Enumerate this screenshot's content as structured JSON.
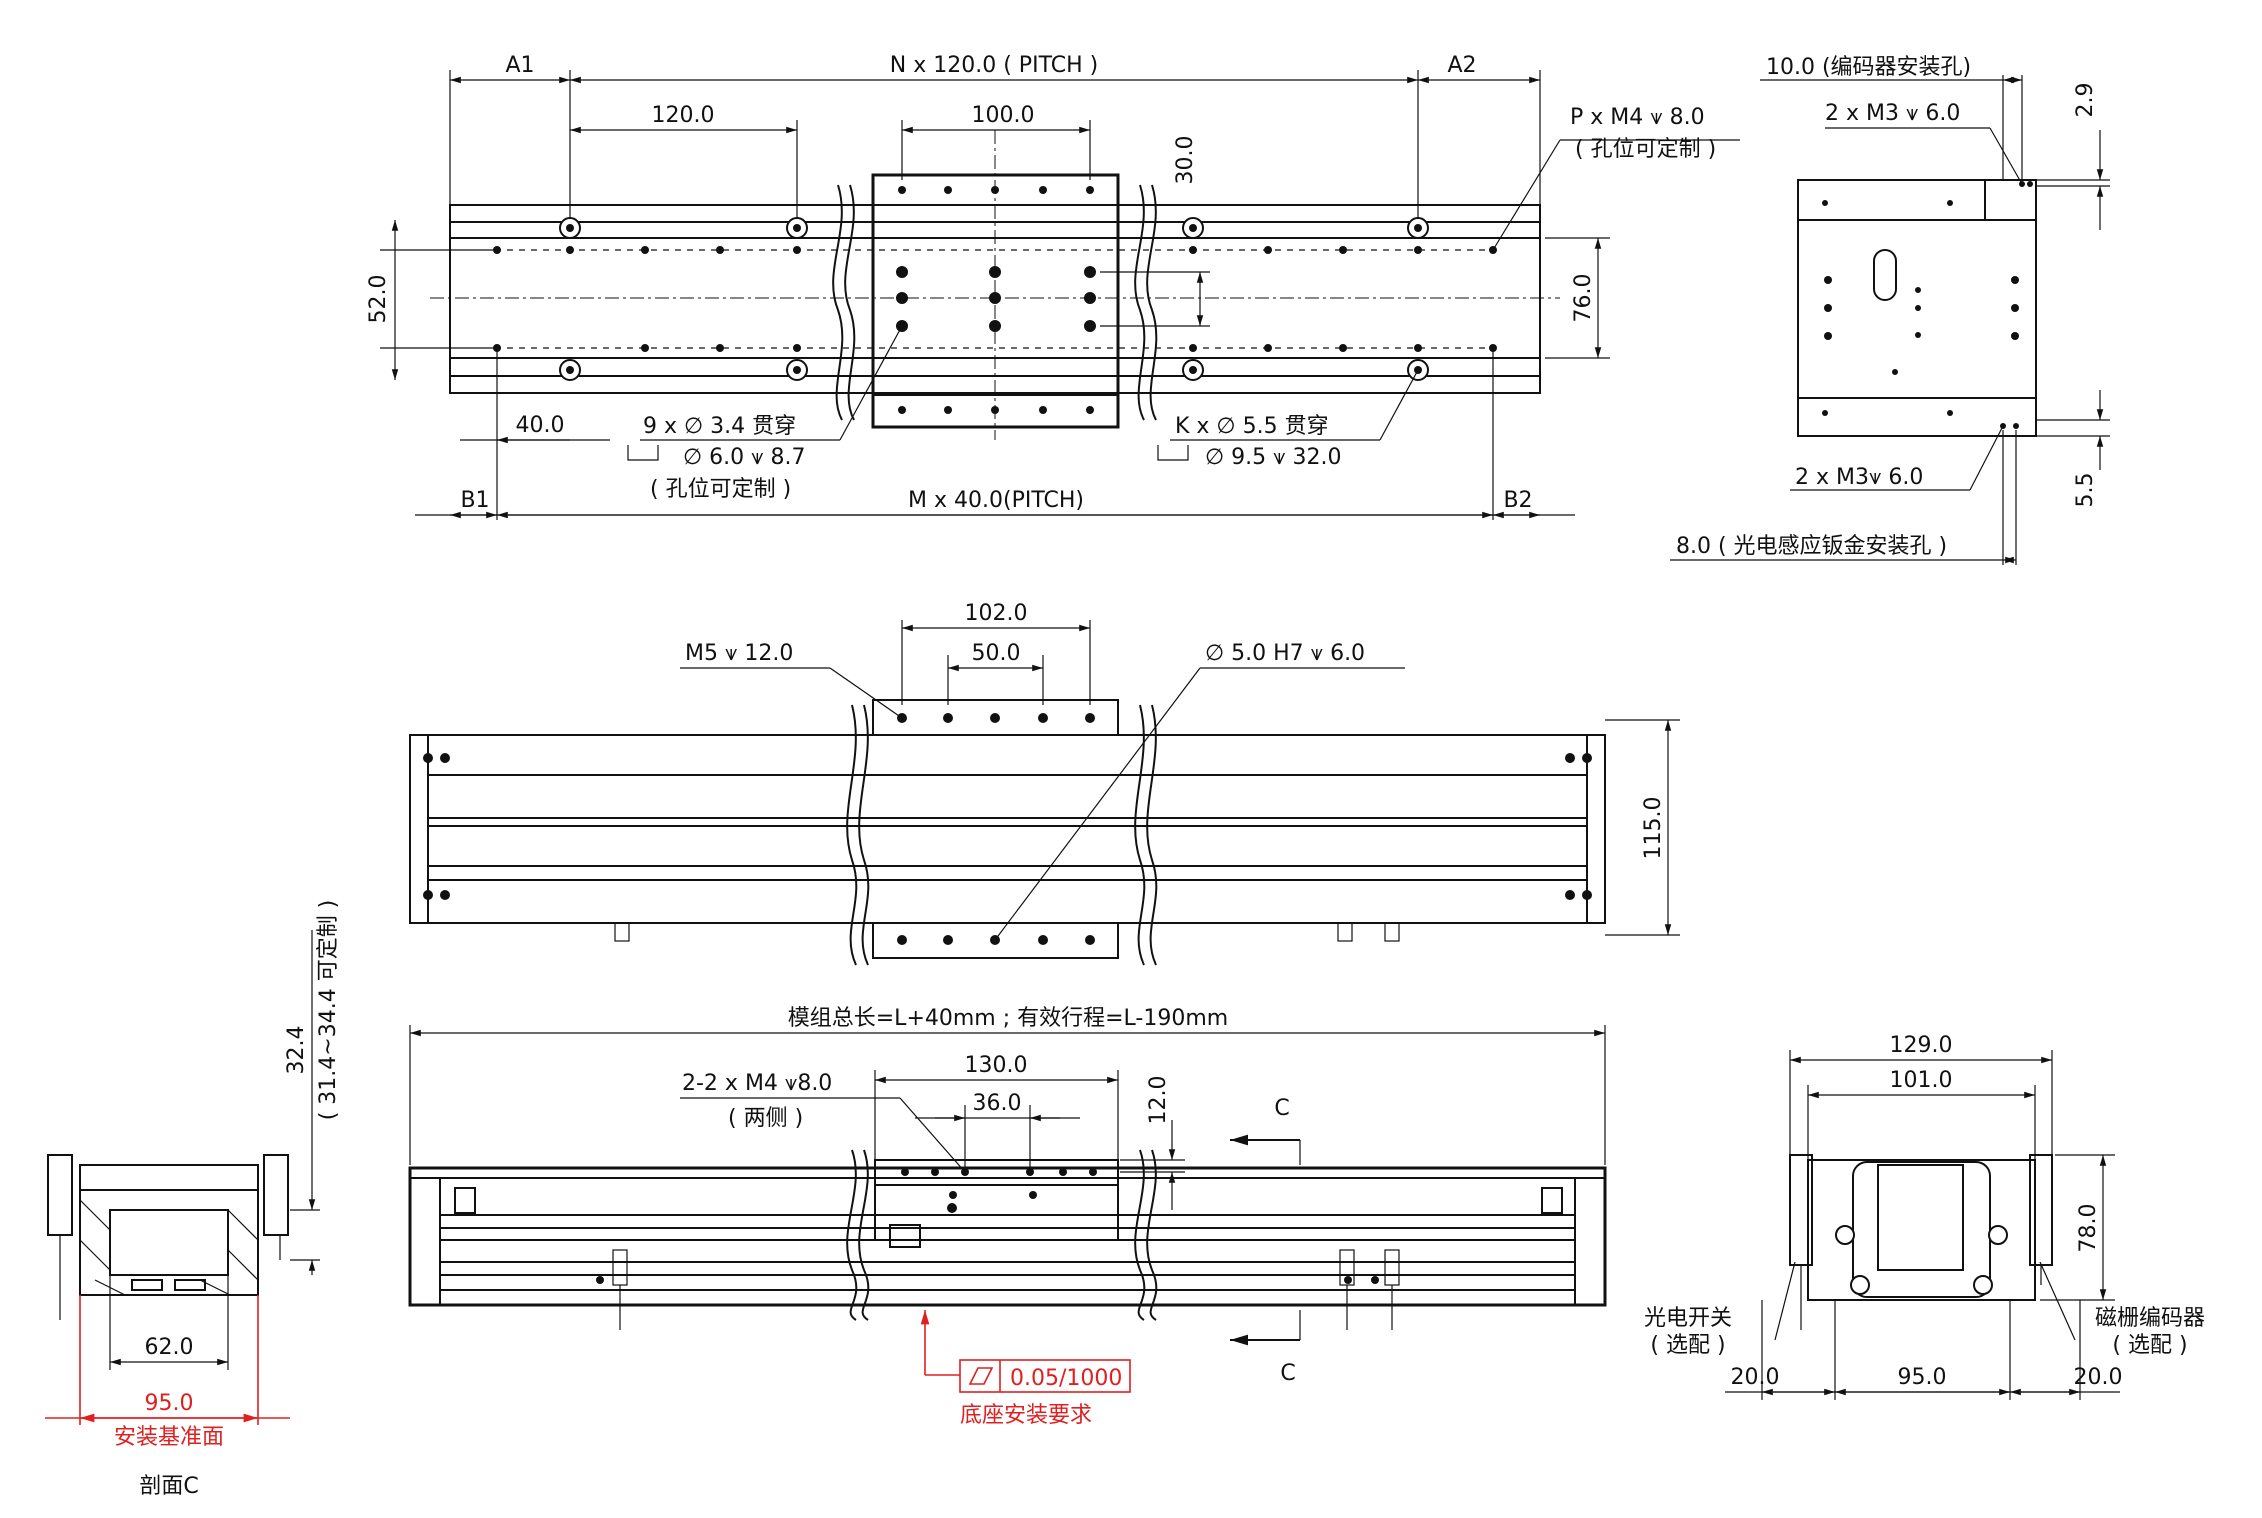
{
  "top_view": {
    "a1": "A1",
    "pitch_n": "N x 120.0 ( PITCH )",
    "a2": "A2",
    "d120": "120.0",
    "d100": "100.0",
    "d30": "30.0",
    "d52": "52.0",
    "d76": "76.0",
    "d40": "40.0",
    "b1": "B1",
    "pitch_m": "M x 40.0(PITCH)",
    "b2": "B2",
    "note_p": "P x  M4 ⩛ 8.0",
    "note_p2": "( 孔位可定制 )",
    "note_9": "9 x  ∅ 3.4 贯穿",
    "note_9b": "∅ 6.0 ⩛ 8.7",
    "note_9c": "( 孔位可定制 )",
    "note_k": "K x  ∅ 5.5 贯穿",
    "note_kb": "∅  9.5 ⩛ 32.0"
  },
  "end_view_top": {
    "encoder": "10.0 (编码器安装孔)",
    "m3_top": "2 x  M3 ⩛ 6.0",
    "d29": "2.9",
    "m3_bot": "2 x  M3⩛ 6.0",
    "d55": "5.5",
    "sensor": "8.0 ( 光电感应钣金安装孔 )"
  },
  "side_view": {
    "d102": "102.0",
    "d50": "50.0",
    "m5": "M5 ⩛ 12.0",
    "h7": "∅ 5.0  H7 ⩛ 6.0",
    "d115": "115.0"
  },
  "front_view": {
    "total": "模组总长=L+40mm ; 有效行程=L-190mm",
    "d130": "130.0",
    "d36": "36.0",
    "d12": "12.0",
    "m4": "2-2 x  M4 ⩛8.0",
    "m4b": "( 两侧 )",
    "c1": "C",
    "c2": "C",
    "tol": "0.05/1000",
    "tol_note": "底座安装要求"
  },
  "section": {
    "d324": "32.4",
    "d324b": "( 31.4~34.4 可定制 )",
    "d62": "62.0",
    "d95": "95.0",
    "base": "安装基准面",
    "title": "剖面C"
  },
  "end_view_bottom": {
    "d129": "129.0",
    "d101": "101.0",
    "d78": "78.0",
    "switch": "光电开关",
    "switch2": "( 选配 )",
    "encoder": "磁栅编码器",
    "encoder2": "( 选配 )",
    "d20a": "20.0",
    "d95": "95.0",
    "d20b": "20.0"
  }
}
